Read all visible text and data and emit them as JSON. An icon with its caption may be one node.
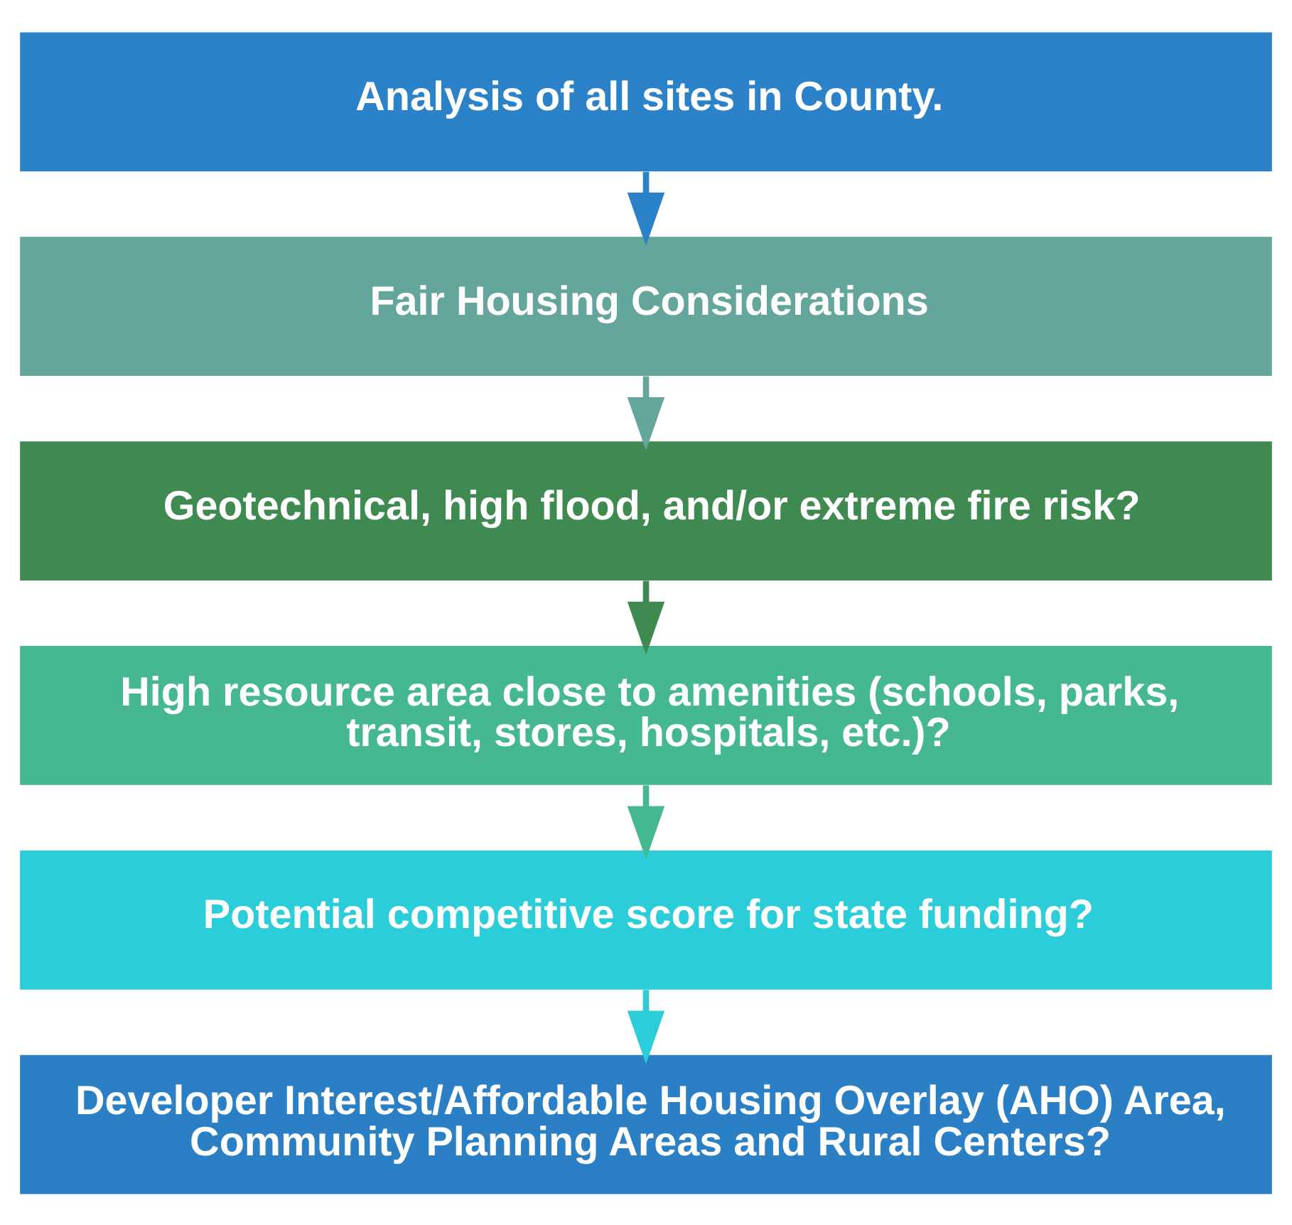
{
  "diagram": {
    "nodes": [
      {
        "text": [
          "Analysis of all sites in County."
        ]
      },
      {
        "text": [
          "Fair Housing Considerations"
        ]
      },
      {
        "text": [
          "Geotechnical, high flood, and/or extreme fire risk?"
        ]
      },
      {
        "text": [
          "High resource area close to amenities (schools, parks, transit, stores, hospitals, etc.)?"
        ]
      },
      {
        "text": [
          "Potential competitive score for state funding?"
        ]
      },
      {
        "text": [
          "Developer Interest/Affordable Housing Overlay (AHO) Area, Community Planning Areas and Rural Centers?"
        ]
      }
    ],
    "edges": [
      {
        "from": 0,
        "to": 1,
        "arrow": "to",
        "color": "#2b82c8"
      },
      {
        "from": 1,
        "to": 2,
        "arrow": "to",
        "color": "#64a59c"
      },
      {
        "from": 2,
        "to": 3,
        "arrow": "to",
        "color": "#3e8a50"
      },
      {
        "from": 3,
        "to": 4,
        "arrow": "to",
        "color": "#46b88f"
      },
      {
        "from": 4,
        "to": 5,
        "arrow": "to",
        "color": "#2bcdd8"
      }
    ]
  }
}
